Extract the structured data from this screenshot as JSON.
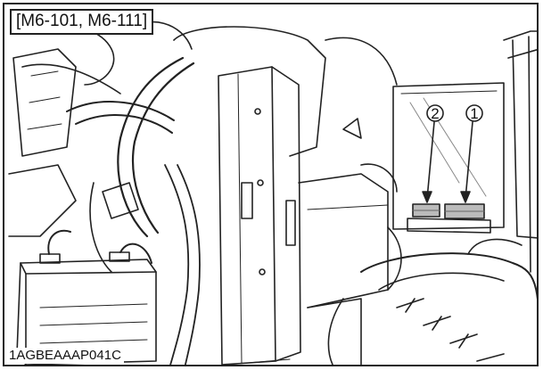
{
  "figure": {
    "model_label": "[M6-101, M6-111]",
    "figure_code": "1AGBEAAAP041C",
    "callouts": [
      {
        "number": "2",
        "target": "left-relay-block"
      },
      {
        "number": "1",
        "target": "right-relay-block"
      }
    ]
  }
}
